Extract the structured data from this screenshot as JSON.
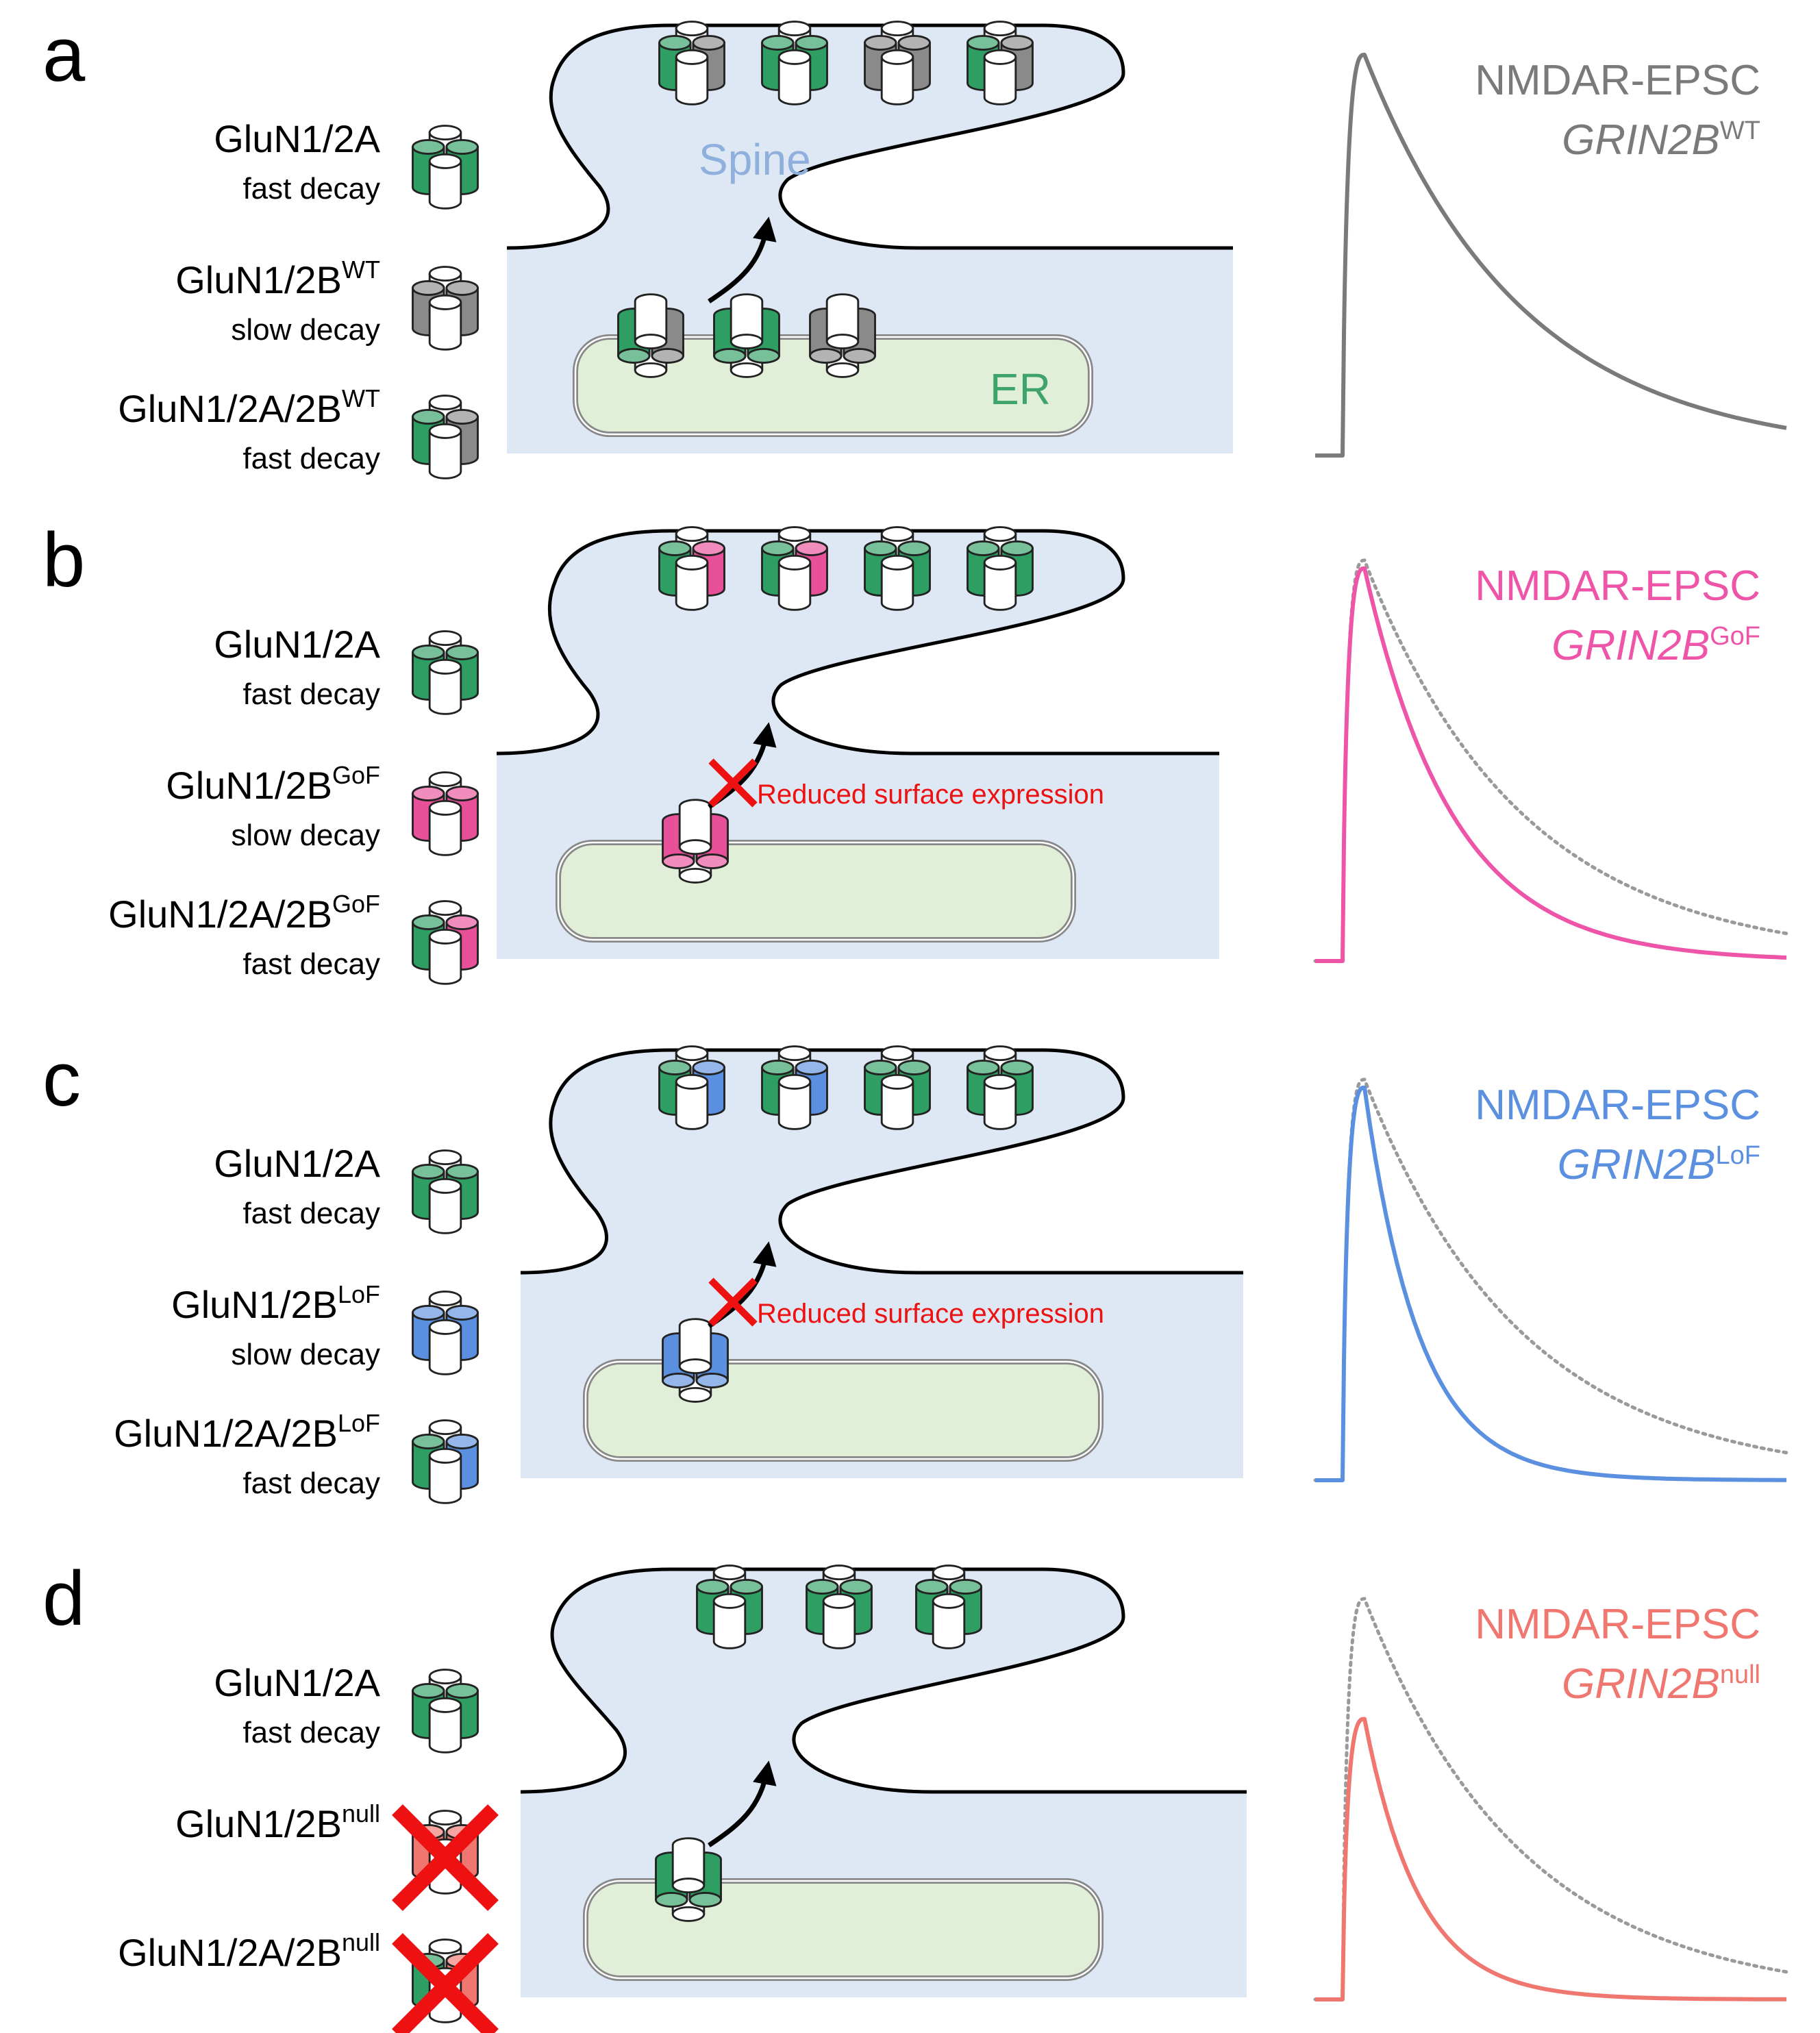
{
  "colors": {
    "glun2a": "#2e9e62",
    "wt": "#8a8a8a",
    "gof": "#e8509a",
    "lof": "#5b8fe0",
    "null": "#f07670",
    "spine_fill": "#dde8f4",
    "er_fill": "#e2efd8",
    "er_stroke": "#888888",
    "spine_label": "#8fb0dc",
    "er_label": "#3ea46a",
    "cross": "#ee1111",
    "reference_trace": "#9a9a9a"
  },
  "common": {
    "spine_label": "Spine",
    "er_label": "ER",
    "reduced_label": "Reduced surface expression"
  },
  "panels": [
    {
      "id": "a",
      "label": "a",
      "variant": "wt",
      "trace_color": "#7a7a7a",
      "receptors": [
        {
          "name": "GluN1/2A",
          "sup": "",
          "decay": "fast decay",
          "type": "2a"
        },
        {
          "name": "GluN1/2B",
          "sup": "WT",
          "decay": "slow decay",
          "type": "2b"
        },
        {
          "name": "GluN1/2A/2B",
          "sup": "WT",
          "decay": "fast decay",
          "type": "tri"
        }
      ],
      "surface": [
        "tri",
        "2a",
        "2b",
        "tri"
      ],
      "er": [
        "tri",
        "2a",
        "2b"
      ],
      "trafficking": "normal",
      "epsc_title": "NMDAR-EPSC",
      "epsc_gene": "GRIN2B",
      "epsc_sup": "WT",
      "trace": {
        "peak": 1.0,
        "decay": "slow",
        "reference": false
      }
    },
    {
      "id": "b",
      "label": "b",
      "variant": "gof",
      "trace_color": "#ee55a8",
      "receptors": [
        {
          "name": "GluN1/2A",
          "sup": "",
          "decay": "fast decay",
          "type": "2a"
        },
        {
          "name": "GluN1/2B",
          "sup": "GoF",
          "decay": "slow decay",
          "type": "2b"
        },
        {
          "name": "GluN1/2A/2B",
          "sup": "GoF",
          "decay": "fast decay",
          "type": "tri"
        }
      ],
      "surface": [
        "tri",
        "tri",
        "2a",
        "2a"
      ],
      "er": [
        "2b"
      ],
      "trafficking": "reduced",
      "epsc_title": "NMDAR-EPSC",
      "epsc_gene": "GRIN2B",
      "epsc_sup": "GoF",
      "trace": {
        "peak": 0.98,
        "decay": "medium",
        "reference": true
      }
    },
    {
      "id": "c",
      "label": "c",
      "variant": "lof",
      "trace_color": "#5b8fe0",
      "receptors": [
        {
          "name": "GluN1/2A",
          "sup": "",
          "decay": "fast decay",
          "type": "2a"
        },
        {
          "name": "GluN1/2B",
          "sup": "LoF",
          "decay": "slow decay",
          "type": "2b"
        },
        {
          "name": "GluN1/2A/2B",
          "sup": "LoF",
          "decay": "fast decay",
          "type": "tri"
        }
      ],
      "surface": [
        "tri",
        "tri",
        "2a",
        "2a"
      ],
      "er": [
        "2b"
      ],
      "trafficking": "reduced",
      "epsc_title": "NMDAR-EPSC",
      "epsc_gene": "GRIN2B",
      "epsc_sup": "LoF",
      "trace": {
        "peak": 0.98,
        "decay": "fast",
        "reference": true
      }
    },
    {
      "id": "d",
      "label": "d",
      "variant": "null",
      "trace_color": "#f07670",
      "receptors": [
        {
          "name": "GluN1/2A",
          "sup": "",
          "decay": "fast decay",
          "type": "2a",
          "crossed": false
        },
        {
          "name": "GluN1/2B",
          "sup": "null",
          "decay": "",
          "type": "2b",
          "crossed": true
        },
        {
          "name": "GluN1/2A/2B",
          "sup": "null",
          "decay": "",
          "type": "tri",
          "crossed": true
        }
      ],
      "surface": [
        "2a",
        "2a",
        "2a"
      ],
      "er": [
        "2a"
      ],
      "trafficking": "normal",
      "epsc_title": "NMDAR-EPSC",
      "epsc_gene": "GRIN2B",
      "epsc_sup": "null",
      "trace": {
        "peak": 0.7,
        "decay": "fast",
        "reference": true
      }
    }
  ]
}
